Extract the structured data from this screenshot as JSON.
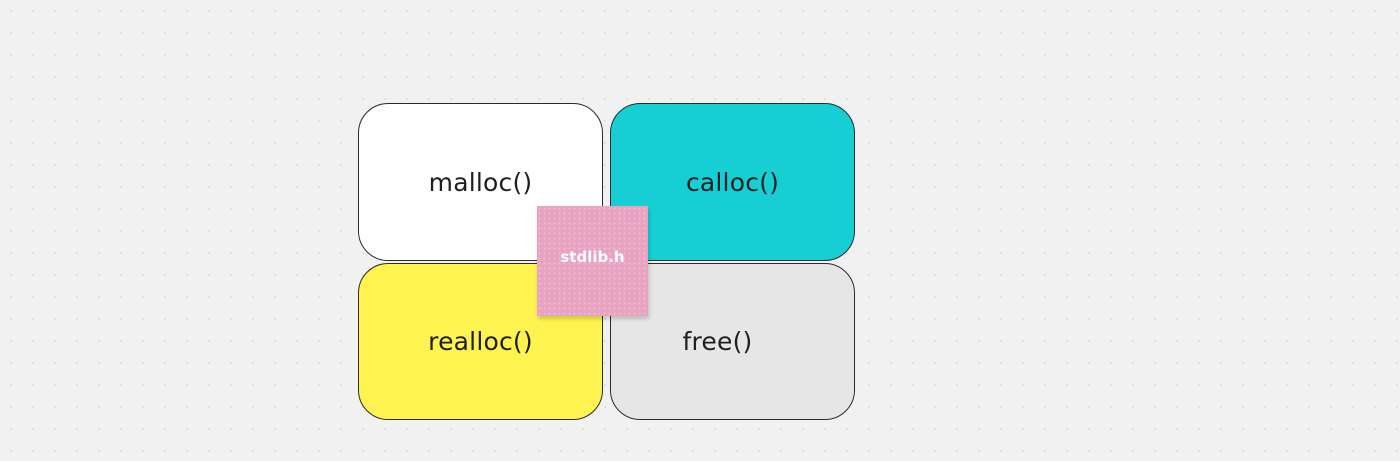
{
  "diagram": {
    "boxes": [
      {
        "id": "malloc",
        "label": "malloc()",
        "color": "#ffffff"
      },
      {
        "id": "calloc",
        "label": "calloc()",
        "color": "#15cfd5"
      },
      {
        "id": "realloc",
        "label": "realloc()",
        "color": "#fff44f"
      },
      {
        "id": "free",
        "label": "free()",
        "color": "#e6e6e6"
      }
    ],
    "sticky_note": {
      "label": "stdlib.h",
      "color": "#e8a3c1"
    }
  }
}
